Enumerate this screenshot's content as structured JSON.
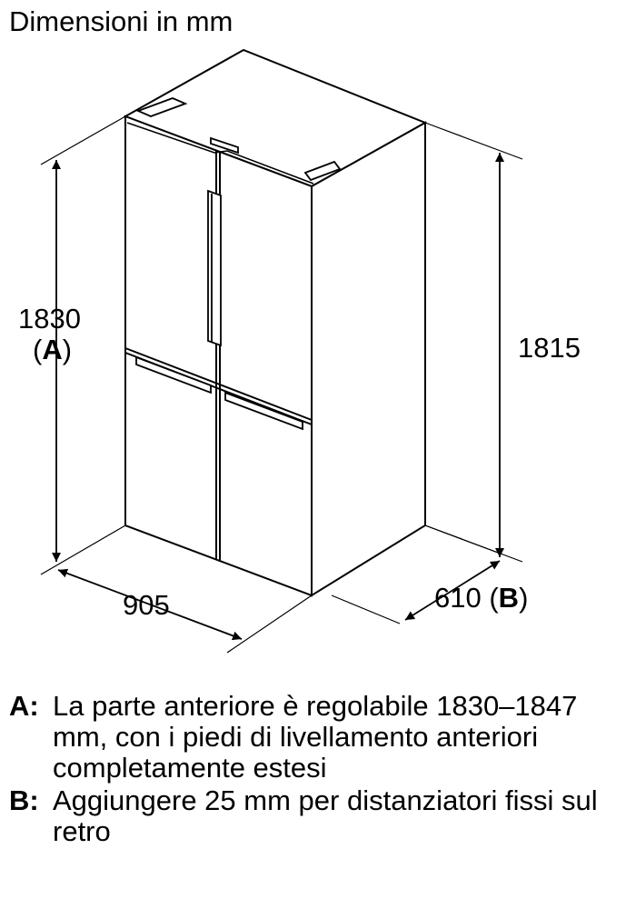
{
  "title": "Dimensioni in mm",
  "dimensions": {
    "front_height": "1830",
    "front_height_tag": "A",
    "rear_height": "1815",
    "width": "905",
    "depth": "610",
    "depth_tag": "B"
  },
  "notes": [
    {
      "label": "A:",
      "text": "La parte anteriore è regolabile 1830–1847 mm, con i piedi di livellamento anteriori completamente estesi"
    },
    {
      "label": "B:",
      "text": "Aggiungere 25 mm per distanziatori fissi sul retro"
    }
  ]
}
